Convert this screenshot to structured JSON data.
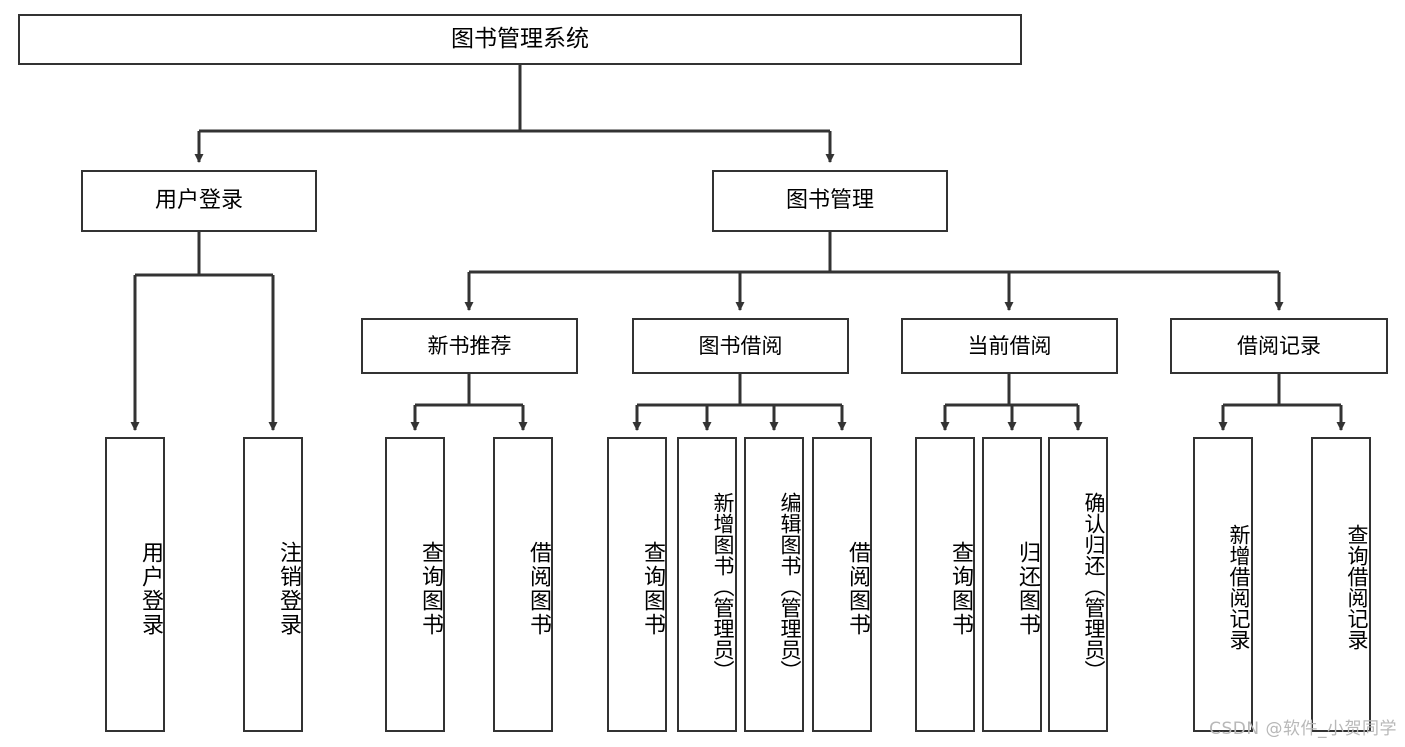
{
  "diagram": {
    "title": "图书管理系统",
    "type": "tree-hierarchy-chart",
    "root": {
      "label": "图书管理系统"
    },
    "level2": [
      {
        "label": "用户登录"
      },
      {
        "label": "图书管理"
      }
    ],
    "level3": [
      {
        "label": "新书推荐"
      },
      {
        "label": "图书借阅"
      },
      {
        "label": "当前借阅"
      },
      {
        "label": "借阅记录"
      }
    ],
    "leaves": {
      "user_login": [
        {
          "label": "用户登录"
        },
        {
          "label": "注销登录"
        }
      ],
      "new_book_recommend": [
        {
          "label": "查询图书"
        },
        {
          "label": "借阅图书"
        }
      ],
      "book_borrow": [
        {
          "label": "查询图书"
        },
        {
          "label": "新增图书（管理员）"
        },
        {
          "label": "编辑图书（管理员）"
        },
        {
          "label": "借阅图书"
        }
      ],
      "current_borrow": [
        {
          "label": "查询图书"
        },
        {
          "label": "归还图书"
        },
        {
          "label": "确认归还（管理员）"
        }
      ],
      "borrow_record": [
        {
          "label": "新增借阅记录"
        },
        {
          "label": "查询借阅记录"
        }
      ]
    }
  },
  "watermark": {
    "text": "CSDN @软件_小贺同学"
  },
  "colors": {
    "box_border": "#333333",
    "box_fill": "#ffffff",
    "edge": "#333333",
    "text": "#000000",
    "watermark": "#b8b8b8"
  }
}
